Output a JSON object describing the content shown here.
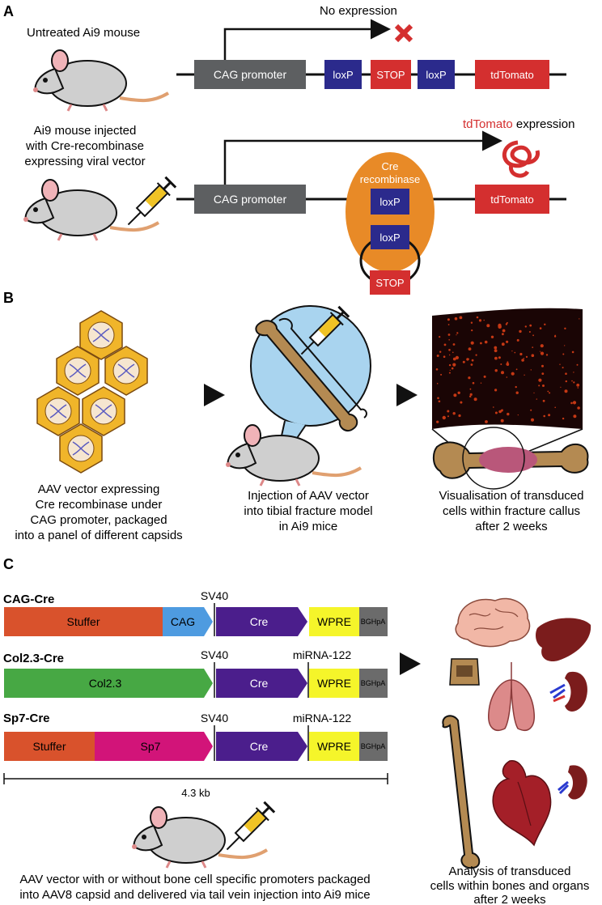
{
  "panel_a": {
    "label": "A",
    "untreated_caption": "Untreated Ai9 mouse",
    "no_expression": "No expression",
    "injected_caption": [
      "Ai9 mouse injected",
      "with Cre-recombinase",
      "expressing viral vector"
    ],
    "expression_gene": "tdTomato",
    "expression_word": " expression",
    "cag_promoter": "CAG promoter",
    "loxp": "loxP",
    "stop": "STOP",
    "tdtomato": "tdTomato",
    "cre_label": [
      "Cre",
      "recombinase"
    ]
  },
  "panel_b": {
    "label": "B",
    "caption_1": [
      "AAV vector expressing",
      "Cre recombinase under",
      "CAG promoter, packaged",
      "into a panel of different capsids"
    ],
    "caption_2": [
      "Injection of AAV vector",
      "into tibial fracture model",
      "in Ai9 mice"
    ],
    "caption_3": [
      "Visualisation of transduced",
      "cells within fracture callus",
      "after 2 weeks"
    ]
  },
  "panel_c": {
    "label": "C",
    "constructs": [
      {
        "name": "CAG-Cre",
        "promoter_a": "Stuffer",
        "promoter_b": "CAG",
        "sv40": "SV40",
        "mirna": "",
        "cre": "Cre",
        "wpre": "WPRE",
        "bghpa": "BGHpA"
      },
      {
        "name": "Col2.3-Cre",
        "promoter_a": "Col2.3",
        "promoter_b": "",
        "sv40": "SV40",
        "mirna": "miRNA-122",
        "cre": "Cre",
        "wpre": "WPRE",
        "bghpa": "BGHpA"
      },
      {
        "name": "Sp7-Cre",
        "promoter_a": "Stuffer",
        "promoter_b": "Sp7",
        "sv40": "SV40",
        "mirna": "miRNA-122",
        "cre": "Cre",
        "wpre": "WPRE",
        "bghpa": "BGHpA"
      }
    ],
    "scale": "4.3 kb",
    "caption_left": [
      "AAV vector with or without bone cell specific promoters packaged",
      "into AAV8 capsid and delivered via tail vein injection into Ai9 mice"
    ],
    "caption_right": [
      "Analysis of transduced",
      "cells within bones and organs",
      "after 2 weeks"
    ]
  },
  "colors": {
    "stuffer": "#d9522c",
    "cag": "#4e9be0",
    "cre": "#4b1e8c",
    "wpre": "#f5f52a",
    "bghpa": "#6b6b6b",
    "col23": "#47a844",
    "sp7": "#d21479",
    "loxp": "#2b2a8c",
    "stop_tdtomato": "#d42f2f",
    "cre_enzyme": "#e88a27",
    "promoter_grey": "#5d5f61"
  }
}
